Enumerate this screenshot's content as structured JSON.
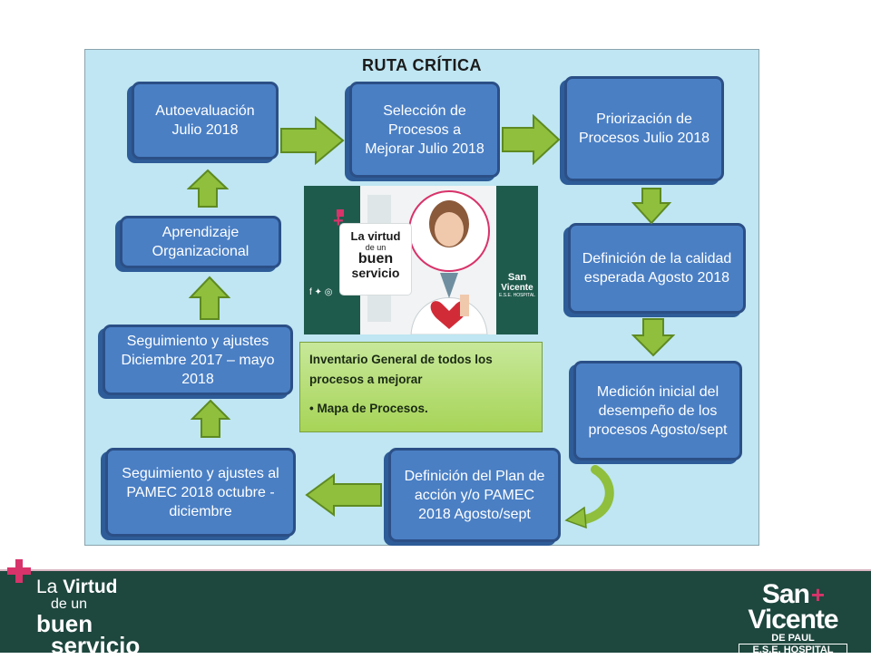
{
  "diagram": {
    "title": "RUTA CRÍTICA",
    "boxes": {
      "autoevaluacion": [
        "Autoevaluación",
        "Julio 2018"
      ],
      "seleccion": [
        "Selección de",
        "Procesos a",
        "Mejorar Julio 2018"
      ],
      "priorizacion": [
        "Priorización de",
        "Procesos Julio 2018"
      ],
      "definicion_calidad": [
        "Definición de la calidad",
        "esperada Agosto 2018"
      ],
      "medicion": [
        "Medición inicial del",
        "desempeño de los",
        "procesos Agosto/sept"
      ],
      "plan_accion": [
        "Definición del Plan de",
        "acción y/o PAMEC",
        "2018 Agosto/sept"
      ],
      "seguimiento_pamec": [
        "Seguimiento y ajustes al",
        "PAMEC 2018 octubre -",
        "diciembre"
      ],
      "seguimiento_dic": [
        "Seguimiento y ajustes",
        "Diciembre 2017 – mayo",
        "2018"
      ],
      "aprendizaje": [
        "Aprendizaje",
        "Organizacional"
      ]
    },
    "note": {
      "line1": "Inventario General de todos los procesos a mejorar",
      "line2": "• Mapa de Procesos."
    },
    "photo_card": {
      "slogan": [
        "La virtud",
        "de un",
        "buen",
        "servicio"
      ],
      "logo_lines": [
        "San",
        "Vicente",
        "E.S.E. HOSPITAL"
      ]
    }
  },
  "footer": {
    "slogan_line1_a": "La ",
    "slogan_line1_b": "Virtud",
    "slogan_line2": "de un",
    "slogan_line3": "buen",
    "slogan_line4": "servicio",
    "logo_san": "San",
    "logo_vicente": "Vicente",
    "logo_depaul": "DE PAUL",
    "logo_ese": "E.S.E. HOSPITAL"
  },
  "colors": {
    "box_fill": "#4a7fc4",
    "box_border": "#2b4f86",
    "arrow_fill": "#8fbf3c",
    "panel_bg": "#bfe6f2",
    "footer_bg": "#1e473e",
    "accent_pink": "#d8336a"
  }
}
